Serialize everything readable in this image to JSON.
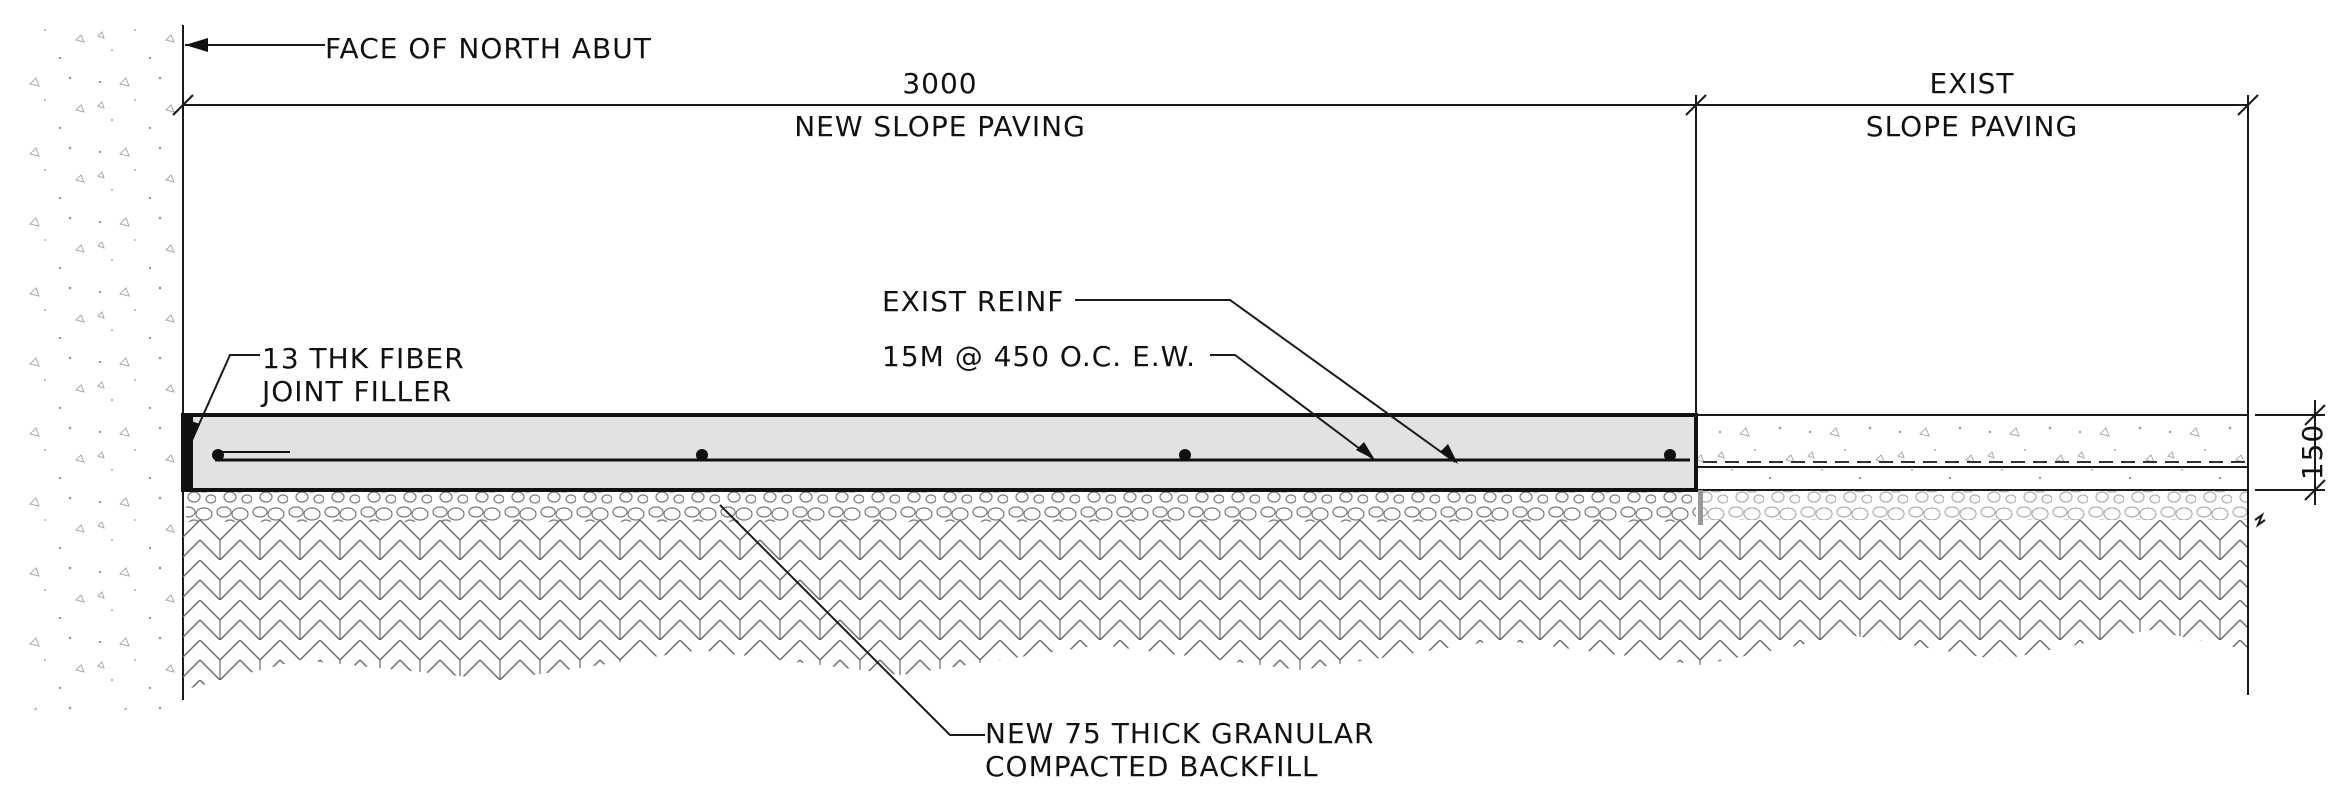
{
  "drawing": {
    "labels": {
      "face_of_abut": "FACE OF NORTH ABUT",
      "dim_new_length": "3000",
      "new_slope_paving": "NEW SLOPE PAVING",
      "exist_line1": "EXIST",
      "exist_line2": "SLOPE PAVING",
      "exist_reinf": "EXIST REINF",
      "reinf_spec": "15M @ 450 O.C. E.W.",
      "joint_filler_line1": "13 THK FIBER",
      "joint_filler_line2": "JOINT FILLER",
      "backfill_line1": "NEW 75 THICK GRANULAR",
      "backfill_line2": "COMPACTED BACKFILL",
      "dim_thickness": "150"
    },
    "colors": {
      "line": "#1a1a1a",
      "new_slab_fill": "#e2e2e2",
      "hatch": "#555555"
    }
  }
}
